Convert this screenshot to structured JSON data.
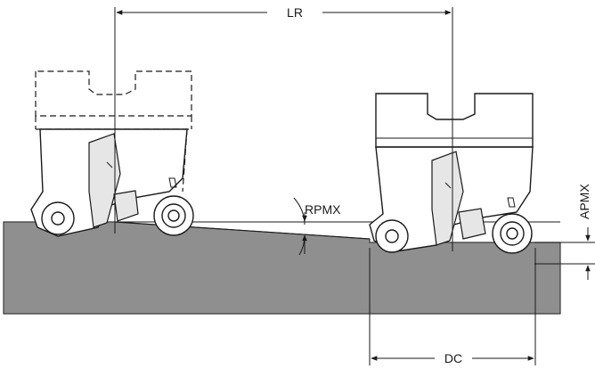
{
  "labels": {
    "lr": "LR",
    "rpmx": "RPMX",
    "apmx": "APMX",
    "dc": "DC"
  },
  "colors": {
    "workpiece": "#8f8f8f",
    "line": "#1a1a1a",
    "background": "#ffffff"
  }
}
